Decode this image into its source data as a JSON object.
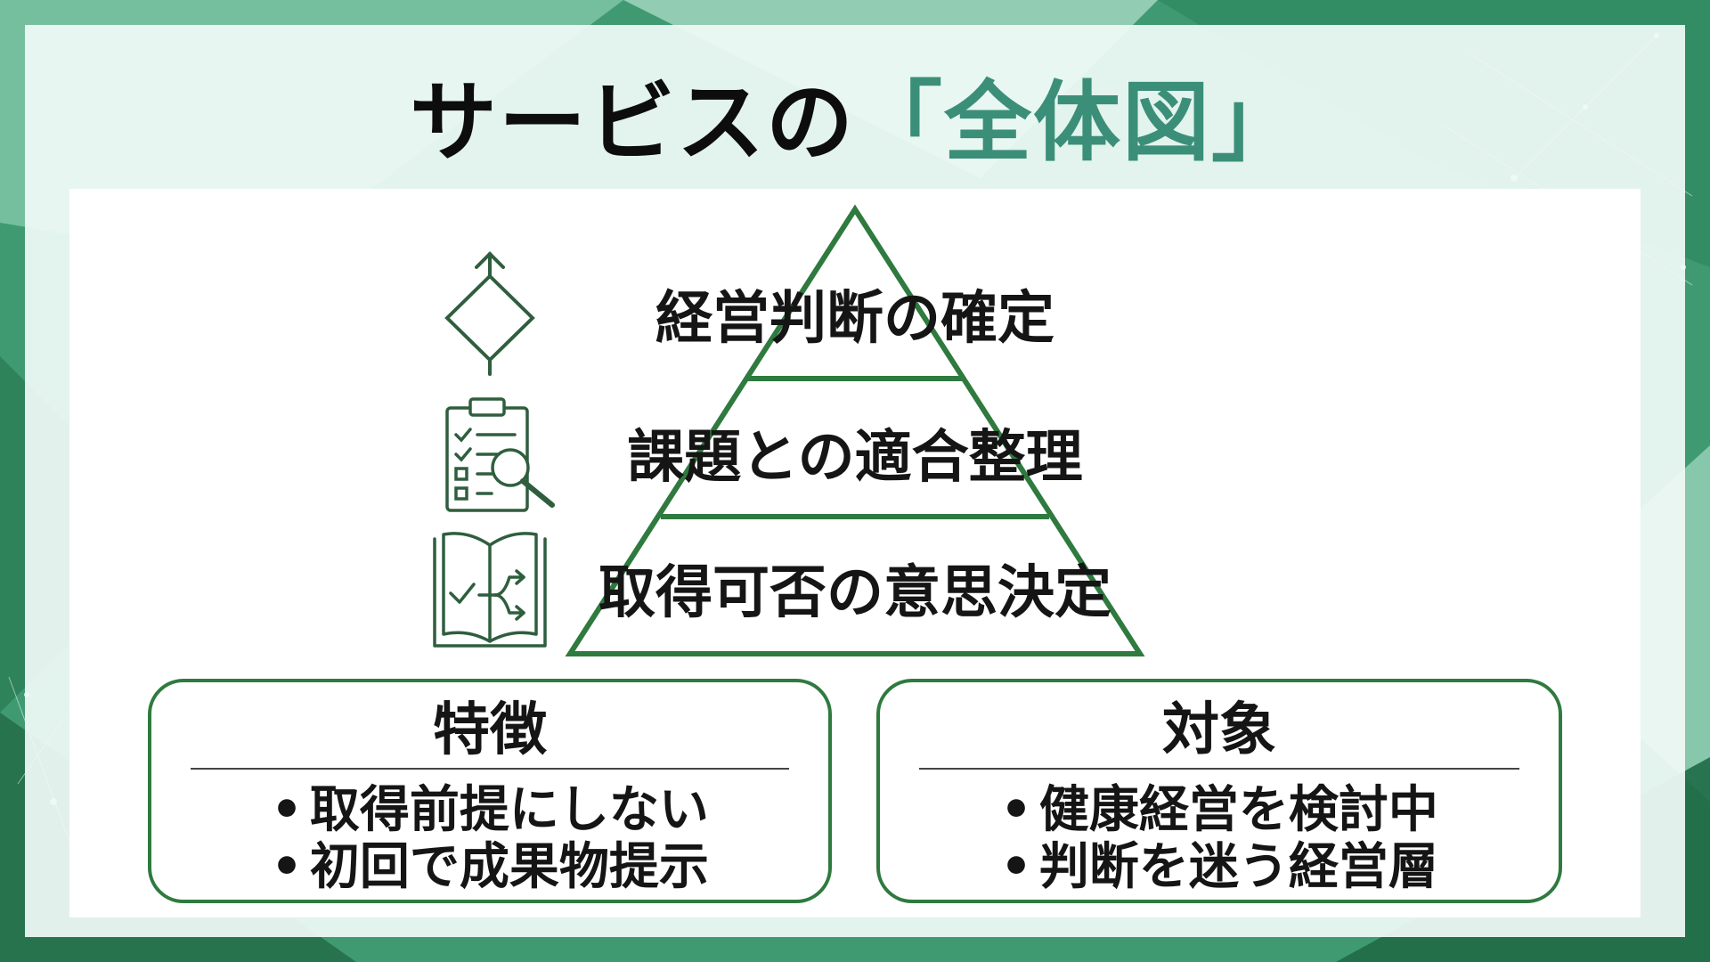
{
  "title": {
    "prefix": "サービスの",
    "open_bracket": "「",
    "accent": "全体図",
    "close_bracket": "」"
  },
  "pyramid": {
    "tiers": [
      {
        "label": "経営判断の確定",
        "icon": "decision-diamond-icon"
      },
      {
        "label": "課題との適合整理",
        "icon": "clipboard-search-icon"
      },
      {
        "label": "取得可否の意思決定",
        "icon": "book-branch-icon"
      }
    ]
  },
  "features": {
    "title": "特徴",
    "items": [
      "取得前提にしない",
      "初回で成果物提示"
    ]
  },
  "target": {
    "title": "対象",
    "items": [
      "健康経営を検討中",
      "判断を迷う経営層"
    ]
  },
  "colors": {
    "accent": "#3b8f78",
    "line": "#2f7a3f",
    "text": "#151515",
    "bg_green": "#2e8b60"
  }
}
